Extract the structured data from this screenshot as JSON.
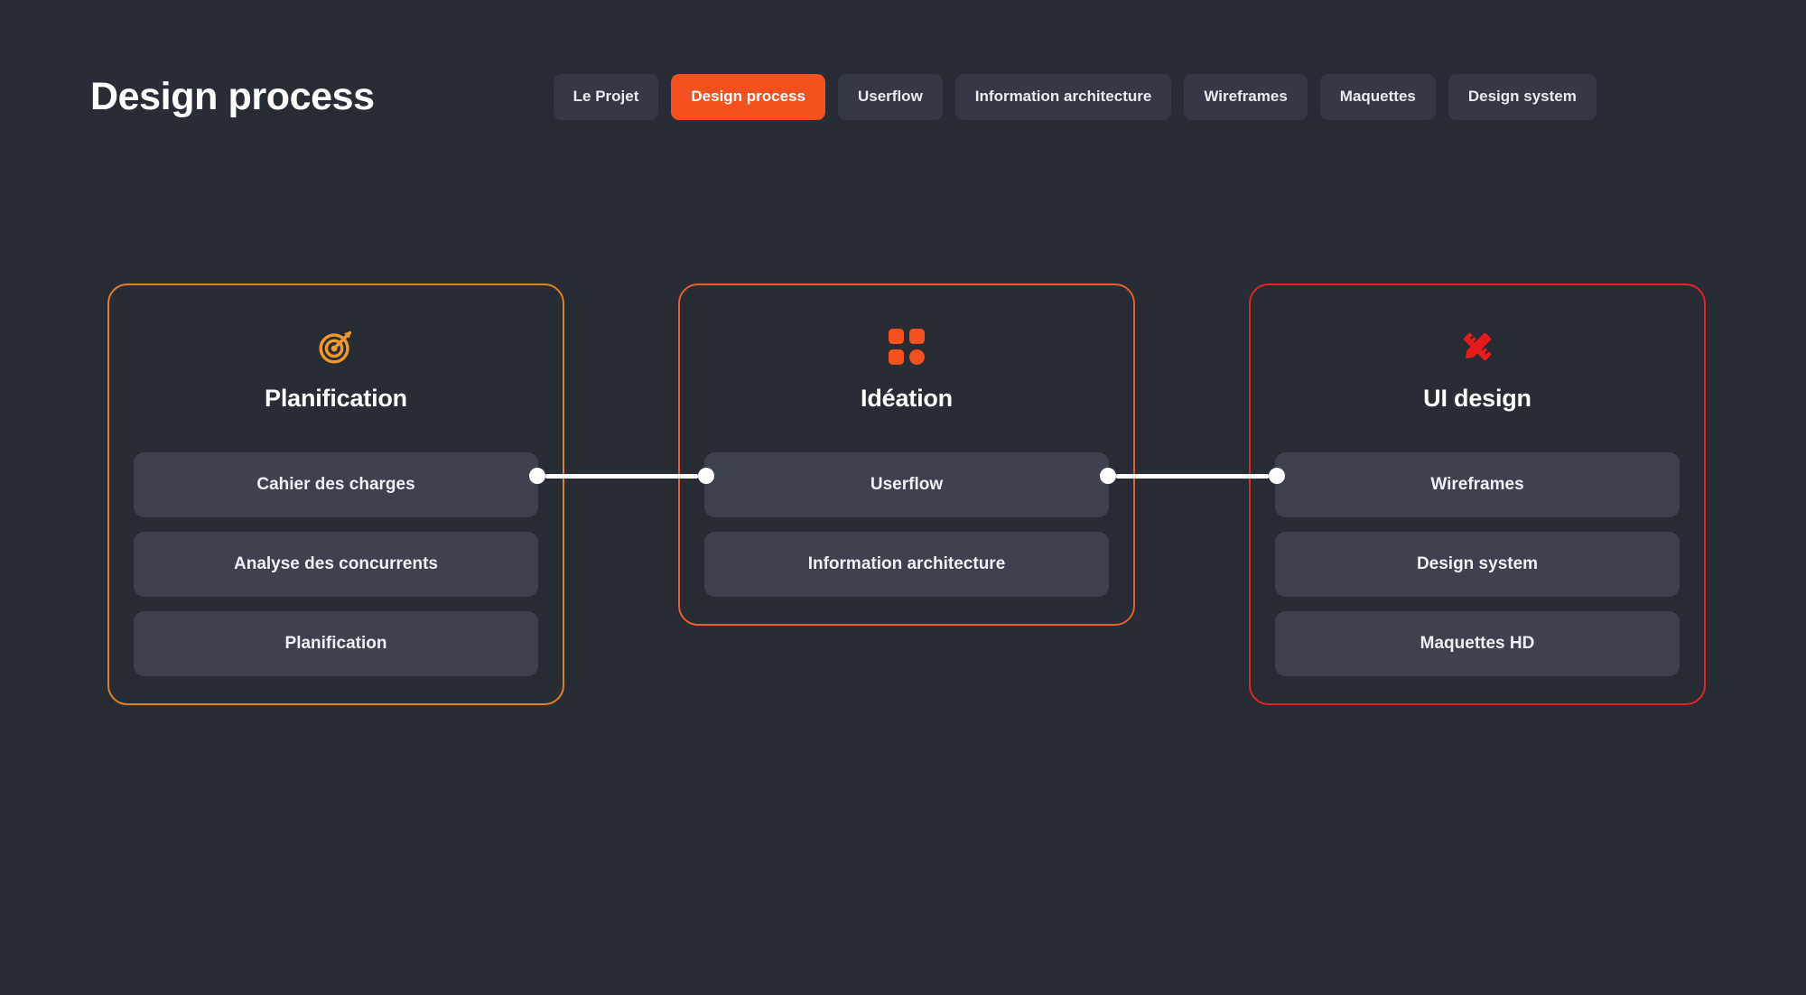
{
  "header": {
    "title": "Design process",
    "tabs": [
      {
        "label": "Le Projet",
        "active": false
      },
      {
        "label": "Design process",
        "active": true
      },
      {
        "label": "Userflow",
        "active": false
      },
      {
        "label": "Information architecture",
        "active": false
      },
      {
        "label": "Wireframes",
        "active": false
      },
      {
        "label": "Maquettes",
        "active": false
      },
      {
        "label": "Design system",
        "active": false
      }
    ]
  },
  "colors": {
    "background": "#282c35",
    "accent_active_tab": "#f4511e",
    "tab_background": "#343945",
    "item_background": "#3d424e",
    "stage_1_border": "#e0811f",
    "stage_2_border": "#ec5b2b",
    "stage_3_border": "#e32424",
    "connector": "#ffffff"
  },
  "flow": {
    "stages": [
      {
        "title": "Planification",
        "icon": "target-icon",
        "icon_color": "#f0992d",
        "border_color": "#e0811f",
        "items": [
          "Cahier des charges",
          "Analyse des concurrents",
          "Planification"
        ]
      },
      {
        "title": "Idéation",
        "icon": "grid-squares-icon",
        "icon_color": "#f4511e",
        "border_color": "#ec5b2b",
        "items": [
          "Userflow",
          "Information architecture"
        ]
      },
      {
        "title": "UI design",
        "icon": "pencil-ruler-icon",
        "icon_color": "#e81b1b",
        "border_color": "#e32424",
        "items": [
          "Wireframes",
          "Design system",
          "Maquettes HD"
        ]
      }
    ],
    "connectors": [
      {
        "from": "Planification",
        "to": "Idéation"
      },
      {
        "from": "Idéation",
        "to": "UI design"
      }
    ]
  }
}
